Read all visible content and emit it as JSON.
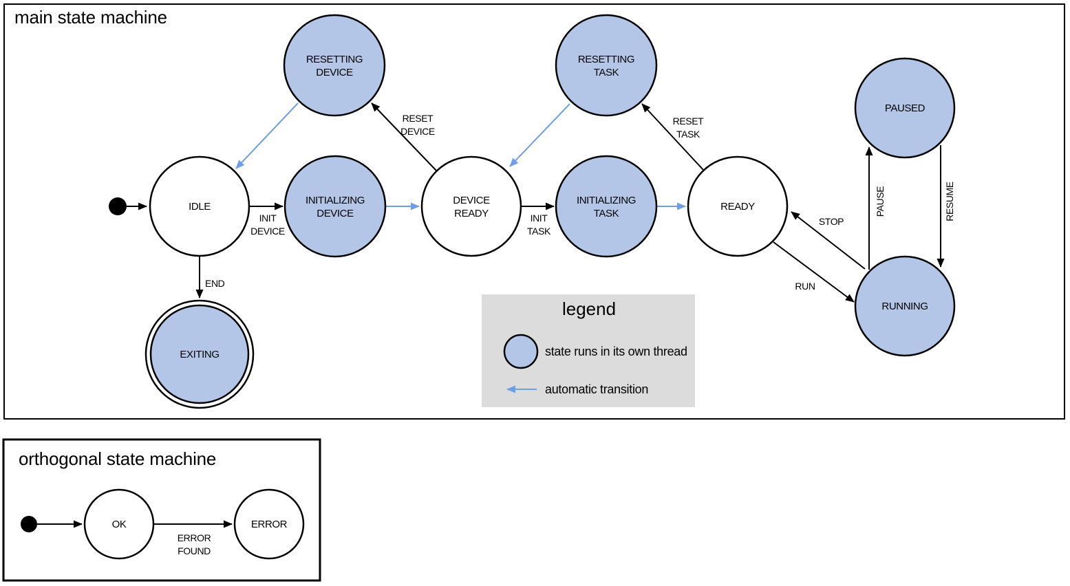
{
  "colors": {
    "threaded_state_fill": "#b3c6e7",
    "auto_transition_blue": "#6d9eeb",
    "legend_background": "#dcdcdc",
    "plain_state_fill": "#ffffff"
  },
  "main_machine": {
    "title": "main state machine",
    "states": {
      "idle": "IDLE",
      "resetting_device": [
        "RESETTING",
        "DEVICE"
      ],
      "initializing_device": [
        "INITIALIZING",
        "DEVICE"
      ],
      "device_ready": [
        "DEVICE",
        "READY"
      ],
      "resetting_task": [
        "RESETTING",
        "TASK"
      ],
      "initializing_task": [
        "INITIALIZING",
        "TASK"
      ],
      "ready": "READY",
      "paused": "PAUSED",
      "running": "RUNNING",
      "exiting": "EXITING"
    },
    "transition_labels": {
      "init_device": [
        "INIT",
        "DEVICE"
      ],
      "reset_device": [
        "RESET",
        "DEVICE"
      ],
      "init_task": [
        "INIT",
        "TASK"
      ],
      "reset_task": [
        "RESET",
        "TASK"
      ],
      "end": "END",
      "run": "RUN",
      "stop": "STOP",
      "pause": "PAUSE",
      "resume": "RESUME"
    }
  },
  "legend": {
    "title": "legend",
    "thread_item_label": "state runs in its own thread",
    "auto_item_label": "automatic transition"
  },
  "orthogonal_machine": {
    "title": "orthogonal state machine",
    "states": {
      "ok": "OK",
      "error": "ERROR"
    },
    "transition_labels": {
      "error_found": [
        "ERROR",
        "FOUND"
      ]
    }
  }
}
